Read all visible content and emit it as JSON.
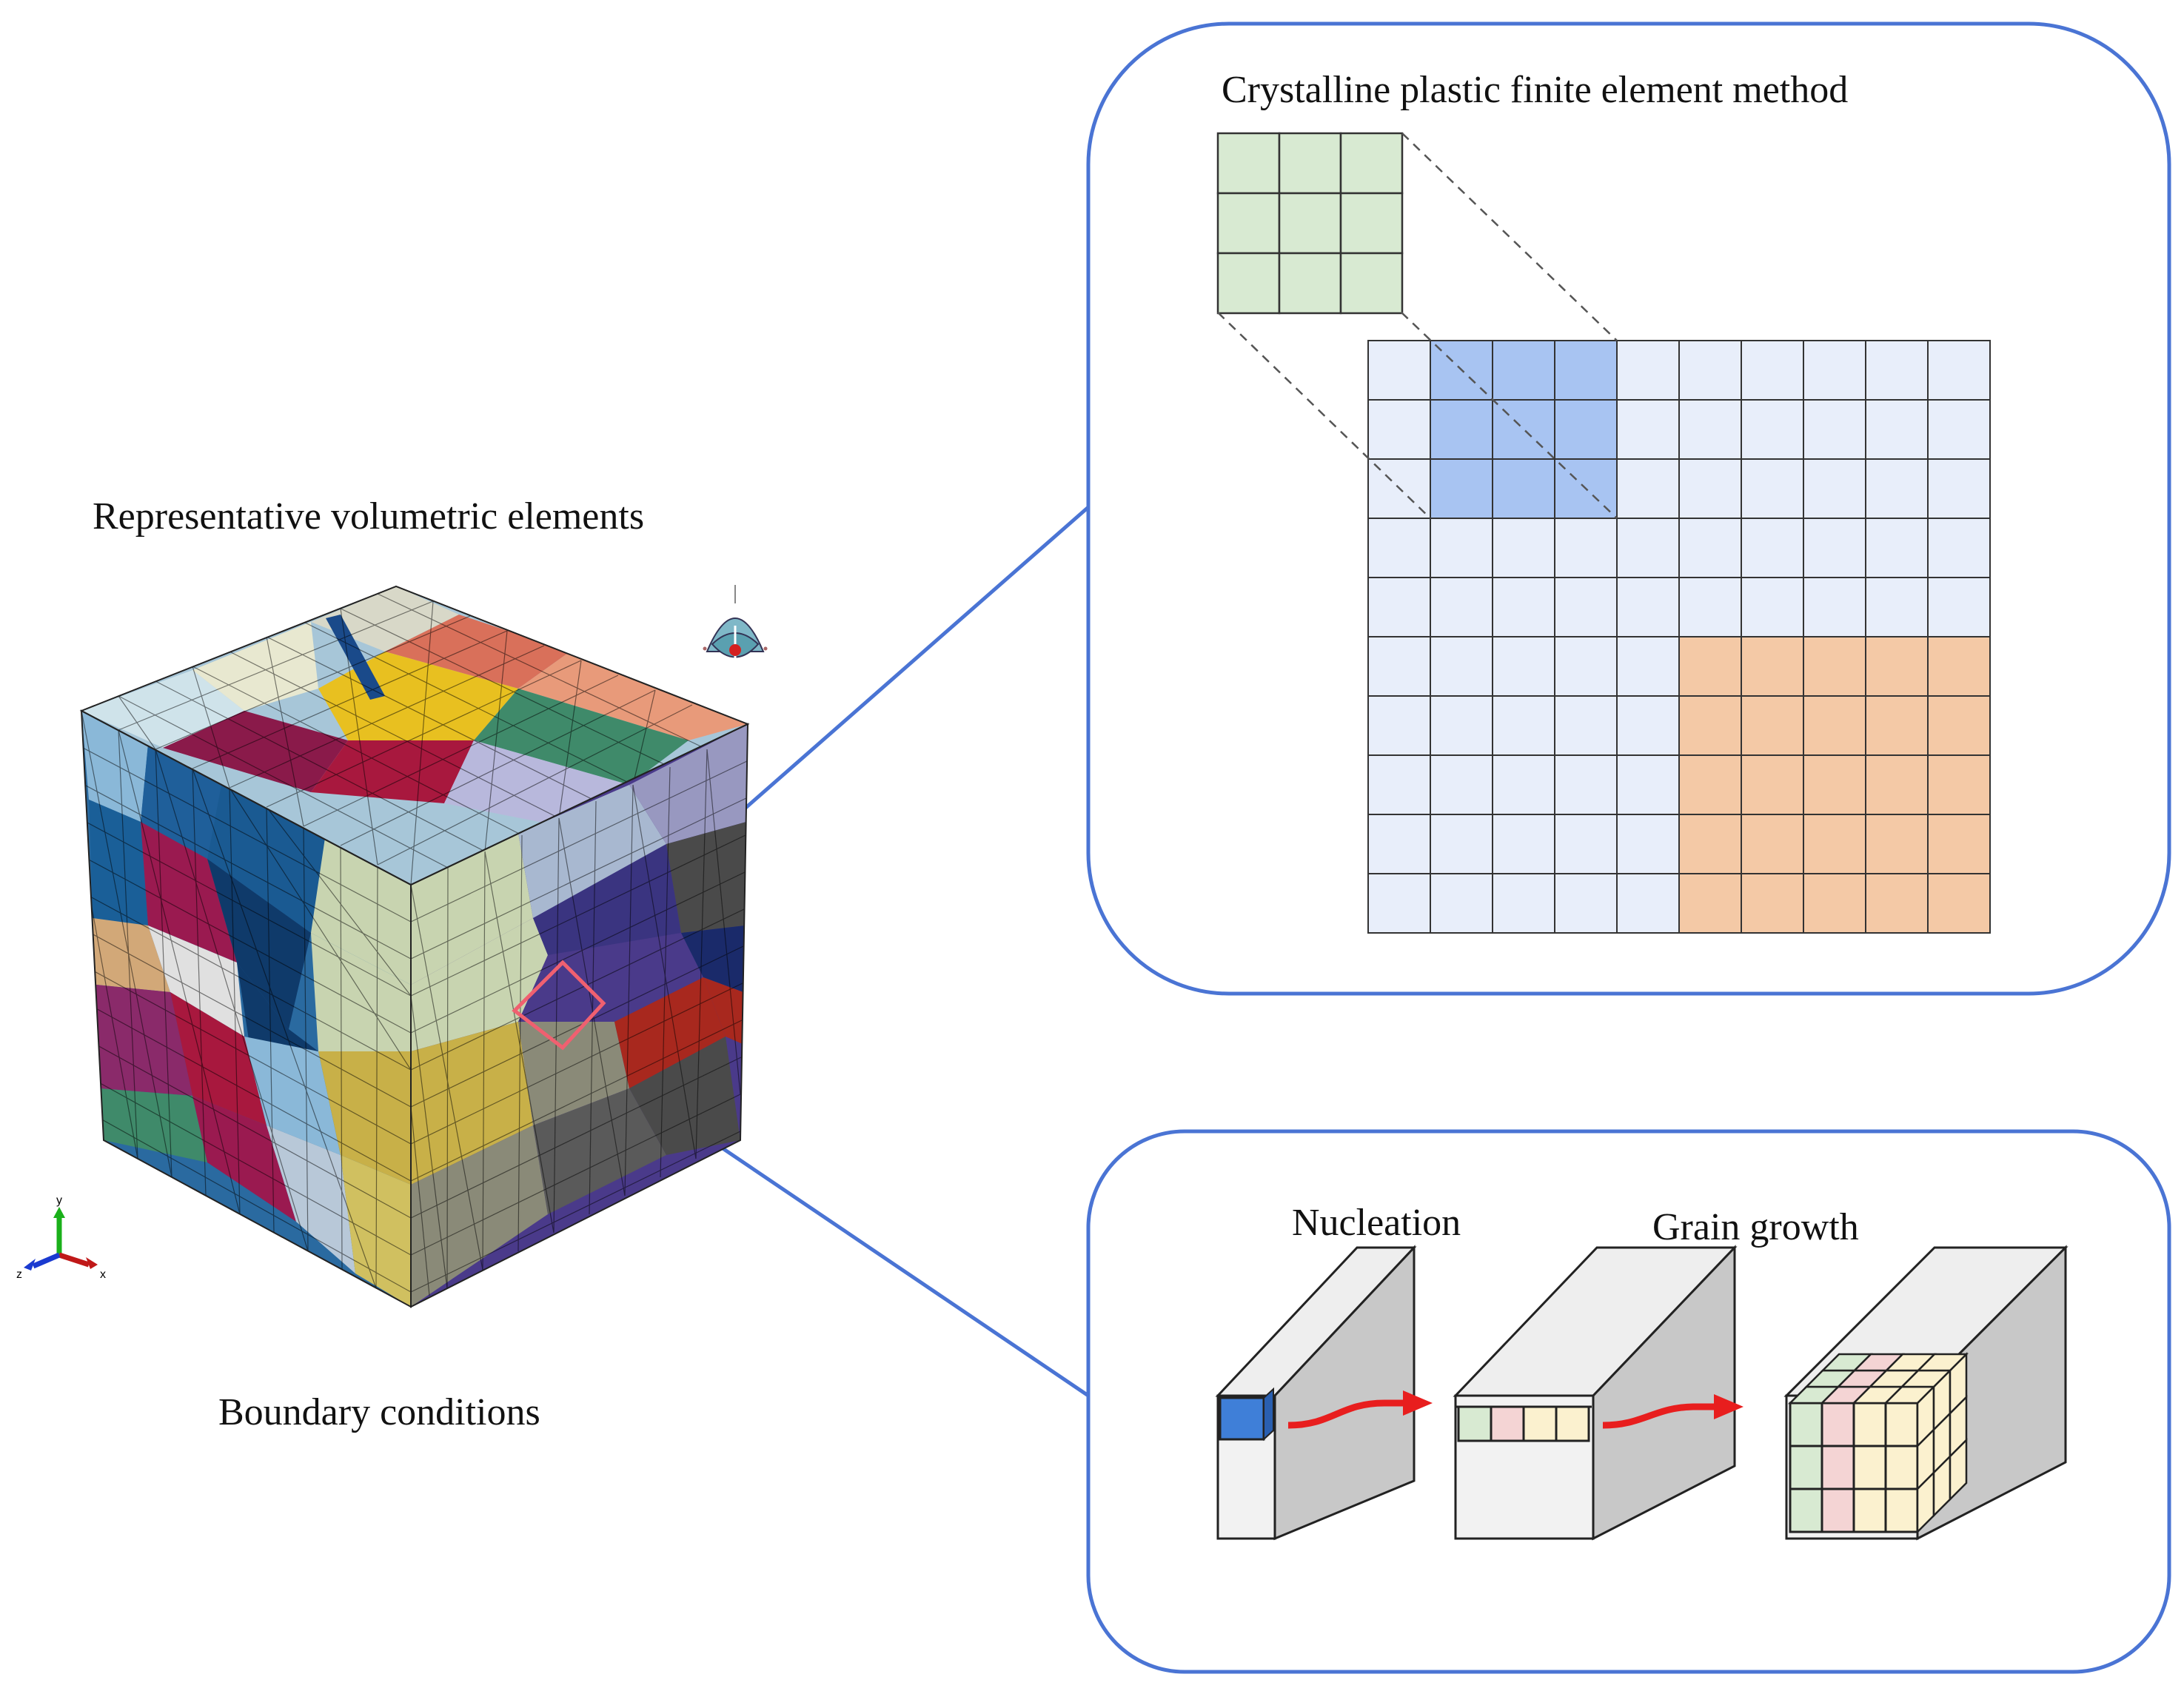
{
  "labels": {
    "rve": "Representative volumetric elements",
    "boundary": "Boundary conditions",
    "cpfem": "Crystalline plastic finite element method",
    "nucleation": "Nucleation",
    "grain_growth": "Grain growth"
  },
  "axis_triad": {
    "x": "x",
    "y": "y",
    "z": "z"
  },
  "colors": {
    "panel_border": "#4a74d4",
    "connector": "#4a74d4",
    "grid_base": "#e8eefa",
    "grid_highlight": "#a8c4f2",
    "grid_orange": "#f4c9a6",
    "zoom_cell": "#d8ead2",
    "arrow": "#e81e1e",
    "selection_box": "#f06070",
    "nucleus": "#3f7fd8",
    "cell_green": "#d8ead2",
    "cell_pink": "#f4d4d4",
    "cell_yellow": "#fbf1cf"
  },
  "icons": [
    "view-orientation-icon",
    "axis-triad-icon"
  ]
}
